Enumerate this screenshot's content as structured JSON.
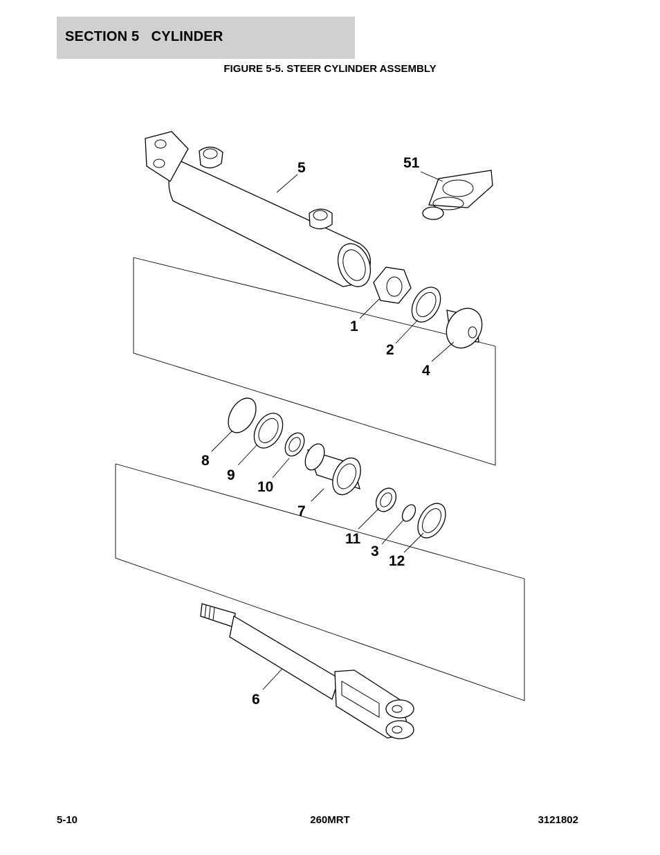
{
  "header": {
    "section": "SECTION 5   CYLINDER"
  },
  "figure": {
    "title": "FIGURE 5-5. STEER CYLINDER ASSEMBLY",
    "callouts": [
      "5",
      "51",
      "1",
      "2",
      "4",
      "8",
      "9",
      "10",
      "7",
      "11",
      "3",
      "12",
      "6"
    ]
  },
  "footer": {
    "page": "5-10",
    "model": "260MRT",
    "doc_number": "3121802"
  }
}
